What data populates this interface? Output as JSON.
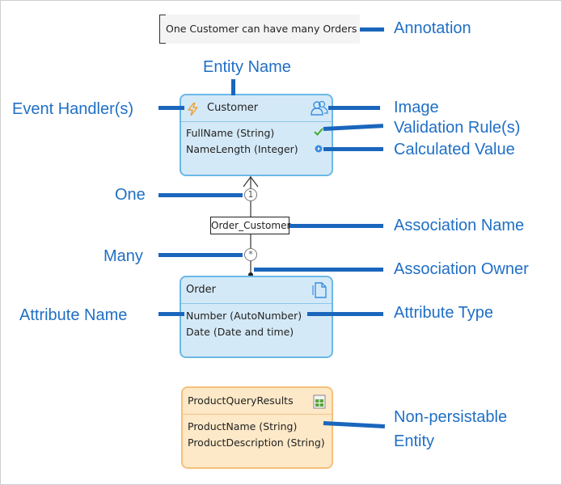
{
  "annotation": {
    "text": "One Customer can have many Orders"
  },
  "callouts": {
    "annotation": "Annotation",
    "entity_name": "Entity Name",
    "event_handlers": "Event Handler(s)",
    "image": "Image",
    "validation_rules": "Validation Rule(s)",
    "calculated_value": "Calculated Value",
    "one": "One",
    "association_name": "Association Name",
    "many": "Many",
    "association_owner": "Association Owner",
    "attribute_name": "Attribute Name",
    "attribute_type": "Attribute Type",
    "non_persistable_line1": "Non-persistable",
    "non_persistable_line2": "Entity"
  },
  "entities": {
    "customer": {
      "name": "Customer",
      "attributes": [
        "FullName (String)",
        "NameLength (Integer)"
      ]
    },
    "order": {
      "name": "Order",
      "attributes": [
        "Number (AutoNumber)",
        "Date (Date and time)"
      ]
    },
    "product_query_results": {
      "name": "ProductQueryResults",
      "attributes": [
        "ProductName (String)",
        "ProductDescription (String)"
      ]
    }
  },
  "association": {
    "name": "Order_Customer",
    "one_label": "1",
    "many_label": "*"
  },
  "colors": {
    "callout_text": "#1f6fc5",
    "callout_bar": "#1a66bd",
    "entity_fill": "#d4e9f7",
    "entity_border": "#6ab8e6",
    "np_fill": "#fde8c7",
    "np_border": "#f5c07a"
  },
  "icons": {
    "event_handler": "lightning-icon",
    "image": "users-icon",
    "validation": "checkmark-icon",
    "calculated": "calculated-dot-icon",
    "order_image": "document-icon",
    "np_image": "spreadsheet-icon"
  }
}
